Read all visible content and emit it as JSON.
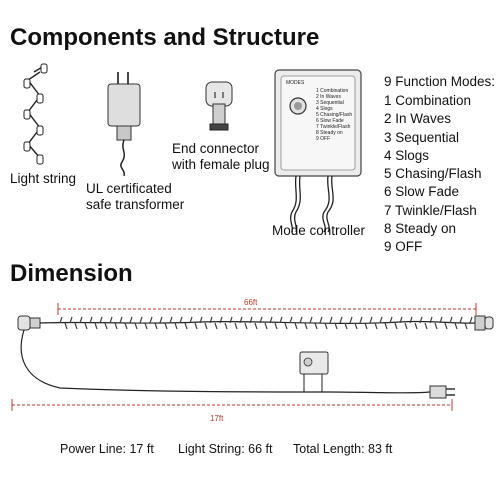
{
  "sections": {
    "components_title": "Components and Structure",
    "dimension_title": "Dimension"
  },
  "components": {
    "light_string": "Light string",
    "transformer_line1": "UL certificated",
    "transformer_line2": "safe transformer",
    "end_connector_line1": "End connector",
    "end_connector_line2": "with female plug",
    "mode_controller": "Mode controller"
  },
  "function_modes": {
    "title": "9 Function Modes:",
    "items": [
      "1 Combination",
      "2 In Waves",
      "3 Sequential",
      "4 Slogs",
      "5 Chasing/Flash",
      "6 Slow Fade",
      "7 Twinkle/Flash",
      "8 Steady on",
      "9 OFF"
    ]
  },
  "controller_panel": {
    "button_label": "MODES",
    "items": [
      "1 Combination",
      "2 In Waves",
      "3 Sequential",
      "4 Slogs",
      "5 Chasing/Flash",
      "6 Slow Fade",
      "7 Twinkle/Flash",
      "8 Steady on",
      "9 OFF"
    ]
  },
  "dimension": {
    "light_string_length": "66ft",
    "power_line_length": "17ft"
  },
  "summary": {
    "power_line": "Power Line: 17 ft",
    "light_string": "Light String: 66 ft",
    "total_length": "Total Length: 83 ft"
  },
  "colors": {
    "dimension_marker": "#c0392b",
    "wire": "#222222",
    "controller_body": "#ececec"
  }
}
